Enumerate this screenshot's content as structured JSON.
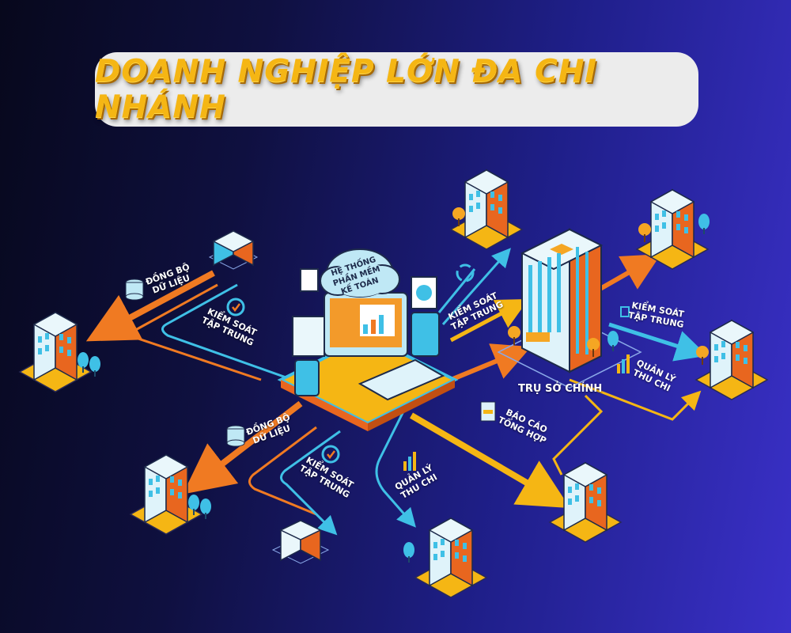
{
  "title": "DOANH NGHIỆP LỚN ĐA CHI NHÁNH",
  "center": {
    "cloud_label": "HỆ THỐNG\nPHẦN MỀM\nKẾ TOÁN",
    "name": "laptop-accounting-hub"
  },
  "headquarters": {
    "label": "TRỤ SỞ CHÍNH"
  },
  "flow_labels": {
    "left_top_sync": "ĐỒNG BỘ\nDỮ LIỆU",
    "left_top_control": "KIỂM SOÁT\nTẬP TRUNG",
    "hq_control": "KIỂM SOÁT\nTẬP TRUNG",
    "right_control": "KIỂM SOÁT\nTẬP TRUNG",
    "right_finance": "QUẢN LÝ\nTHU CHI",
    "bottom_left_sync": "ĐỒNG BỘ\nDỮ LIỆU",
    "bottom_control": "KIỂM SOÁT\nTẬP TRUNG",
    "bottom_finance": "QUẢN LÝ\nTHU CHI",
    "report": "BÁO CÁO\nTỔNG HỢP"
  },
  "colors": {
    "orange": "#f07a22",
    "yellow": "#f5b614",
    "cyan": "#3fc0e6",
    "building_blue": "#bfe8f5",
    "building_orange": "#e8661f",
    "background_dark": "#07081c",
    "background_blue": "#3a30c8"
  }
}
